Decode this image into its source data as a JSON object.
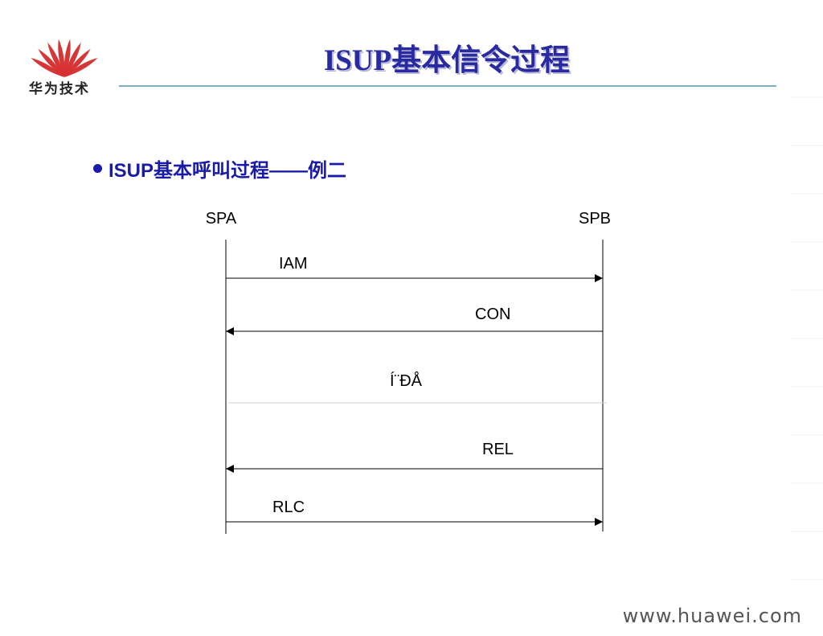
{
  "header": {
    "title": "ISUP基本信令过程",
    "logo_text": "华为技术"
  },
  "bullet": {
    "text": "ISUP基本呼叫过程——例二"
  },
  "diagram": {
    "left_node": "SPA",
    "right_node": "SPB",
    "messages": [
      {
        "label": "IAM",
        "direction": "right"
      },
      {
        "label": "CON",
        "direction": "left"
      },
      {
        "label": "Í¨ĐÅ",
        "direction": "none"
      },
      {
        "label": "REL",
        "direction": "left"
      },
      {
        "label": "RLC",
        "direction": "right"
      }
    ]
  },
  "footer": {
    "url": "www.huawei.com"
  },
  "colors": {
    "title": "#2a2aa0",
    "bullet": "#1a1aa8",
    "rule": "#7eaec4",
    "logo_red": "#d42020"
  }
}
